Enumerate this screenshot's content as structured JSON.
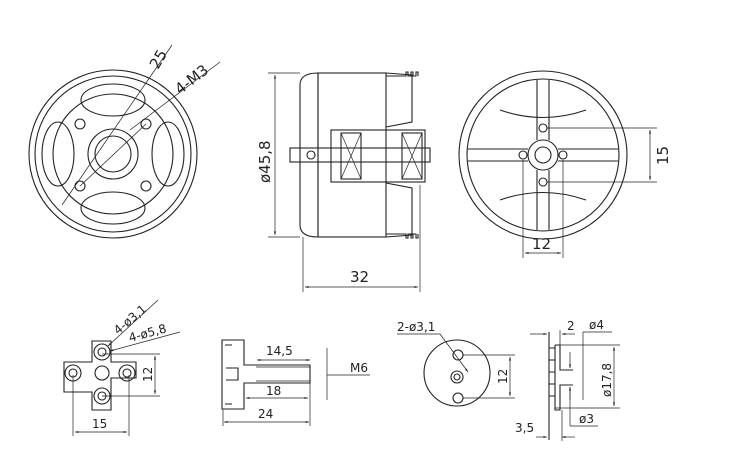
{
  "title": "Brushless motor dimension drawing",
  "front_view": {
    "pcd_label": "25",
    "thread_label": "4-M3"
  },
  "side_view": {
    "diameter_label": "ø45,8",
    "length_label": "32"
  },
  "rear_view": {
    "vertical_label": "15",
    "horizontal_label": "12"
  },
  "mount_cross": {
    "hole_label": "4-ø3,1",
    "counterbore_label": "4-ø5,8",
    "vertical_label": "12",
    "horizontal_label": "15"
  },
  "prop_adapter": {
    "thread_label": "M6",
    "thread_length_label": "14,5",
    "shaft_length_label": "18",
    "total_length_label": "24"
  },
  "adapter_disc": {
    "hole_label": "2-ø3,1",
    "spacing_label": "12"
  },
  "adapter_side": {
    "thickness_label": "2",
    "bore_label": "ø4",
    "diameter_label": "ø17,8",
    "pin_label": "ø3",
    "offset_label": "3,5"
  }
}
